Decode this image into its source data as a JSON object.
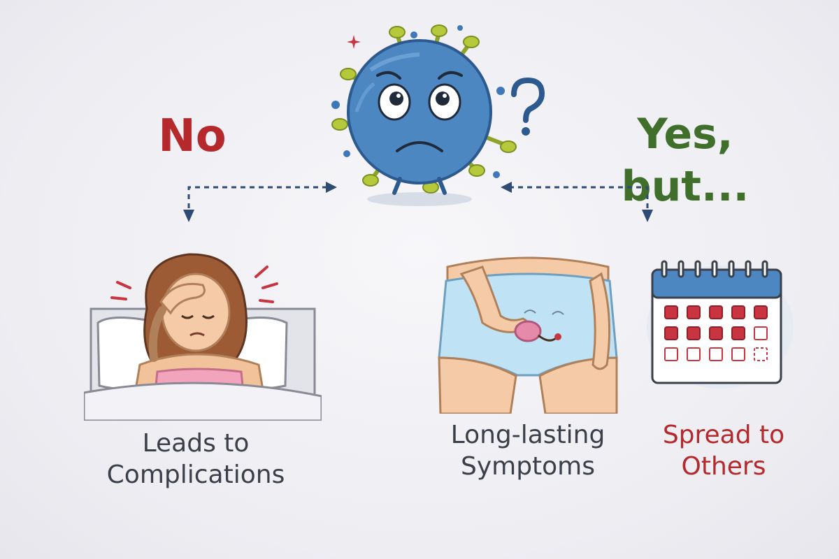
{
  "headings": {
    "no": "No",
    "yes": "Yes, but..."
  },
  "captions": {
    "left": [
      "Leads to",
      "Complications"
    ],
    "middle": [
      "Long-lasting",
      "Symptoms"
    ],
    "right": [
      "Spread to",
      "Others"
    ]
  },
  "icons": {
    "center": "sad-virus-icon",
    "question": "question-mark-icon",
    "left": "woman-with-headache-in-bed-icon",
    "middle": "pelvic-pain-icon",
    "right": "calendar-icon"
  },
  "colors": {
    "no": "#b5282c",
    "yes": "#3f6f2a",
    "spread": "#b5282c",
    "caption": "#3a3f4a",
    "arrow": "#2f4b73",
    "virus_body": "#4d87c2",
    "spikes": "#b6c93a",
    "calendar_mark": "#c8343f"
  }
}
